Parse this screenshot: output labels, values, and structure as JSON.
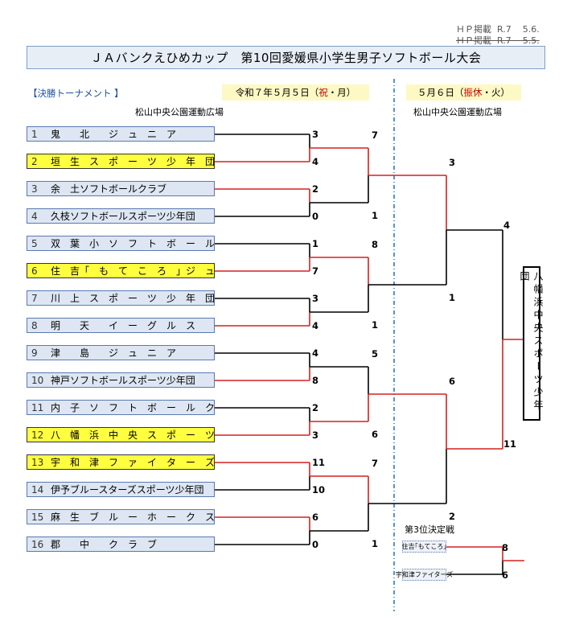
{
  "header": {
    "posted_current": "ＨＰ掲載  R.7    5.6.",
    "posted_old": "ＨＰ掲載  R.7    5.5.",
    "title": "ＪＡバンクえひめカップ　第10回愛媛県小学生男子ソフトボール大会"
  },
  "section_label": "【決勝トーナメント 】",
  "day1": {
    "prefix": "令和７年５月５日（",
    "holiday": "祝",
    "suffix": "・月）",
    "venue": "松山中央公園運動広場"
  },
  "day2": {
    "prefix": "５月６日（",
    "holiday": "振休",
    "suffix": "・火）",
    "venue": "松山中央公園運動広場"
  },
  "teams": [
    {
      "num": "1",
      "name": "鬼　　北　　ジ　ュ　ニ　ア",
      "highlight": false
    },
    {
      "num": "2",
      "name": "垣　生　ス　ポ　ー　ツ　少　年　団",
      "highlight": true
    },
    {
      "num": "3",
      "name": "余　土ソフトボールクラブ",
      "highlight": false
    },
    {
      "num": "4",
      "name": "久枝ソフトボールスポーツ少年団",
      "highlight": false
    },
    {
      "num": "5",
      "name": "双　葉　小　ソ　フ　ト　ボ　ー　ル　部",
      "highlight": false
    },
    {
      "num": "6",
      "name": "住　吉「　も　て　こ　ろ　」ジ　ュ　ニ　ア",
      "highlight": true
    },
    {
      "num": "7",
      "name": "川　上　ス　ポ　ー　ツ　少　年　団",
      "highlight": false
    },
    {
      "num": "8",
      "name": "明　　天　　イ　ー　グ　ル　ス",
      "highlight": false
    },
    {
      "num": "9",
      "name": "津　　島　　ジ　ュ　ニ　ア",
      "highlight": false
    },
    {
      "num": "10",
      "name": "神戸ソフトボールスポーツ少年団",
      "highlight": false
    },
    {
      "num": "11",
      "name": "内　子　ソ　フ　ト　ボ　ー　ル　ク　ラ　ブ",
      "highlight": false
    },
    {
      "num": "12",
      "name": "八　幡　浜　中　央　ス　ポ　ー　ツ　少　年　団",
      "highlight": true
    },
    {
      "num": "13",
      "name": "宇　和　津　フ　ァ　イ　タ　ー　ズ",
      "highlight": true
    },
    {
      "num": "14",
      "name": "伊予ブルースターズスポーツ少年団",
      "highlight": false
    },
    {
      "num": "15",
      "name": "麻　生　ブ　ル　ー　ホ　ー　ク　ス",
      "highlight": false
    },
    {
      "num": "16",
      "name": "郡　　中　　ク　ラ　ブ",
      "highlight": false
    }
  ],
  "round1_scores": [
    "3",
    "4",
    "2",
    "0",
    "1",
    "7",
    "3",
    "4",
    "4",
    "8",
    "2",
    "3",
    "11",
    "10",
    "6",
    "0"
  ],
  "round2_scores": [
    "7",
    "1",
    "8",
    "1",
    "5",
    "6",
    "7",
    "1"
  ],
  "semi_scores": [
    "3",
    "1",
    "6",
    "2"
  ],
  "final_scores": [
    "4",
    "11"
  ],
  "champion": "八幡浜中央スポーツ少年団",
  "third_place": {
    "label": "第3位決定戦",
    "team_a": "住吉｢もてころ｣",
    "team_b": "宇和津ファイターズ",
    "score_a": "8",
    "score_b": "6"
  }
}
